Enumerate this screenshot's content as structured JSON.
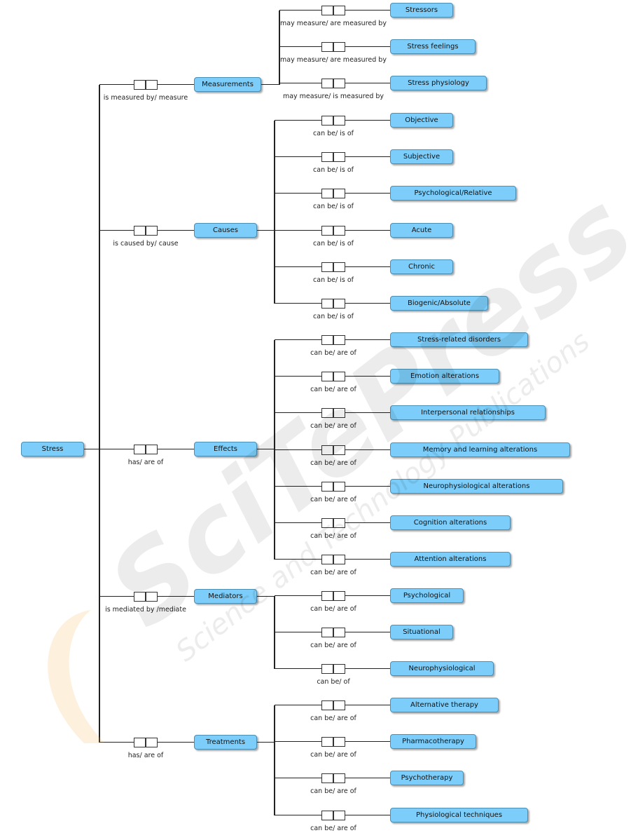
{
  "root": {
    "label": "Stress"
  },
  "branches": [
    {
      "id": "measurements",
      "label": "Measurements",
      "relation": "is measured by/ measure",
      "children": [
        {
          "label": "Stressors",
          "relation": "may measure/ are measured by"
        },
        {
          "label": "Stress feelings",
          "relation": "may measure/ are measured by"
        },
        {
          "label": "Stress physiology",
          "relation": "may measure/ is measured by"
        }
      ]
    },
    {
      "id": "causes",
      "label": "Causes",
      "relation": "is caused by/ cause",
      "children": [
        {
          "label": "Objective",
          "relation": "can be/ is of"
        },
        {
          "label": "Subjective",
          "relation": "can be/ is of"
        },
        {
          "label": "Psychological/Relative",
          "relation": "can be/ is of"
        },
        {
          "label": "Acute",
          "relation": "can be/ is of"
        },
        {
          "label": "Chronic",
          "relation": "can be/ is of"
        },
        {
          "label": "Biogenic/Absolute",
          "relation": "can be/ is of"
        }
      ]
    },
    {
      "id": "effects",
      "label": "Effects",
      "relation": "has/ are of",
      "children": [
        {
          "label": "Stress-related disorders",
          "relation": "can be/ are of"
        },
        {
          "label": "Emotion alterations",
          "relation": "can be/ are of"
        },
        {
          "label": "Interpersonal relationships",
          "relation": "can be/ are of"
        },
        {
          "label": "Memory and learning alterations",
          "relation": "can be/ are of"
        },
        {
          "label": "Neurophysiological alterations",
          "relation": "can be/ are of"
        },
        {
          "label": "Cognition alterations",
          "relation": "can be/ are of"
        },
        {
          "label": "Attention alterations",
          "relation": "can be/ are of"
        }
      ]
    },
    {
      "id": "mediators",
      "label": "Mediators",
      "relation": "is mediated by /mediate",
      "children": [
        {
          "label": "Psychological",
          "relation": "can be/ are of"
        },
        {
          "label": "Situational",
          "relation": "can be/ are of"
        },
        {
          "label": "Neurophysiological",
          "relation": "can be/ of"
        }
      ]
    },
    {
      "id": "treatments",
      "label": "Treatments",
      "relation": "has/ are of",
      "children": [
        {
          "label": "Alternative therapy",
          "relation": "can be/ are of"
        },
        {
          "label": "Pharmacotherapy",
          "relation": "can be/ are of"
        },
        {
          "label": "Psychotherapy",
          "relation": "can be/ are of"
        },
        {
          "label": "Physiological techniques",
          "relation": "can be/ are of"
        }
      ]
    }
  ],
  "colors": {
    "node_fill": "#7ccdf9",
    "node_border": "#4a8fb5",
    "line": "#222222"
  },
  "watermark": {
    "line1": "SciTePress",
    "line2": "Science and Technology Publications"
  }
}
